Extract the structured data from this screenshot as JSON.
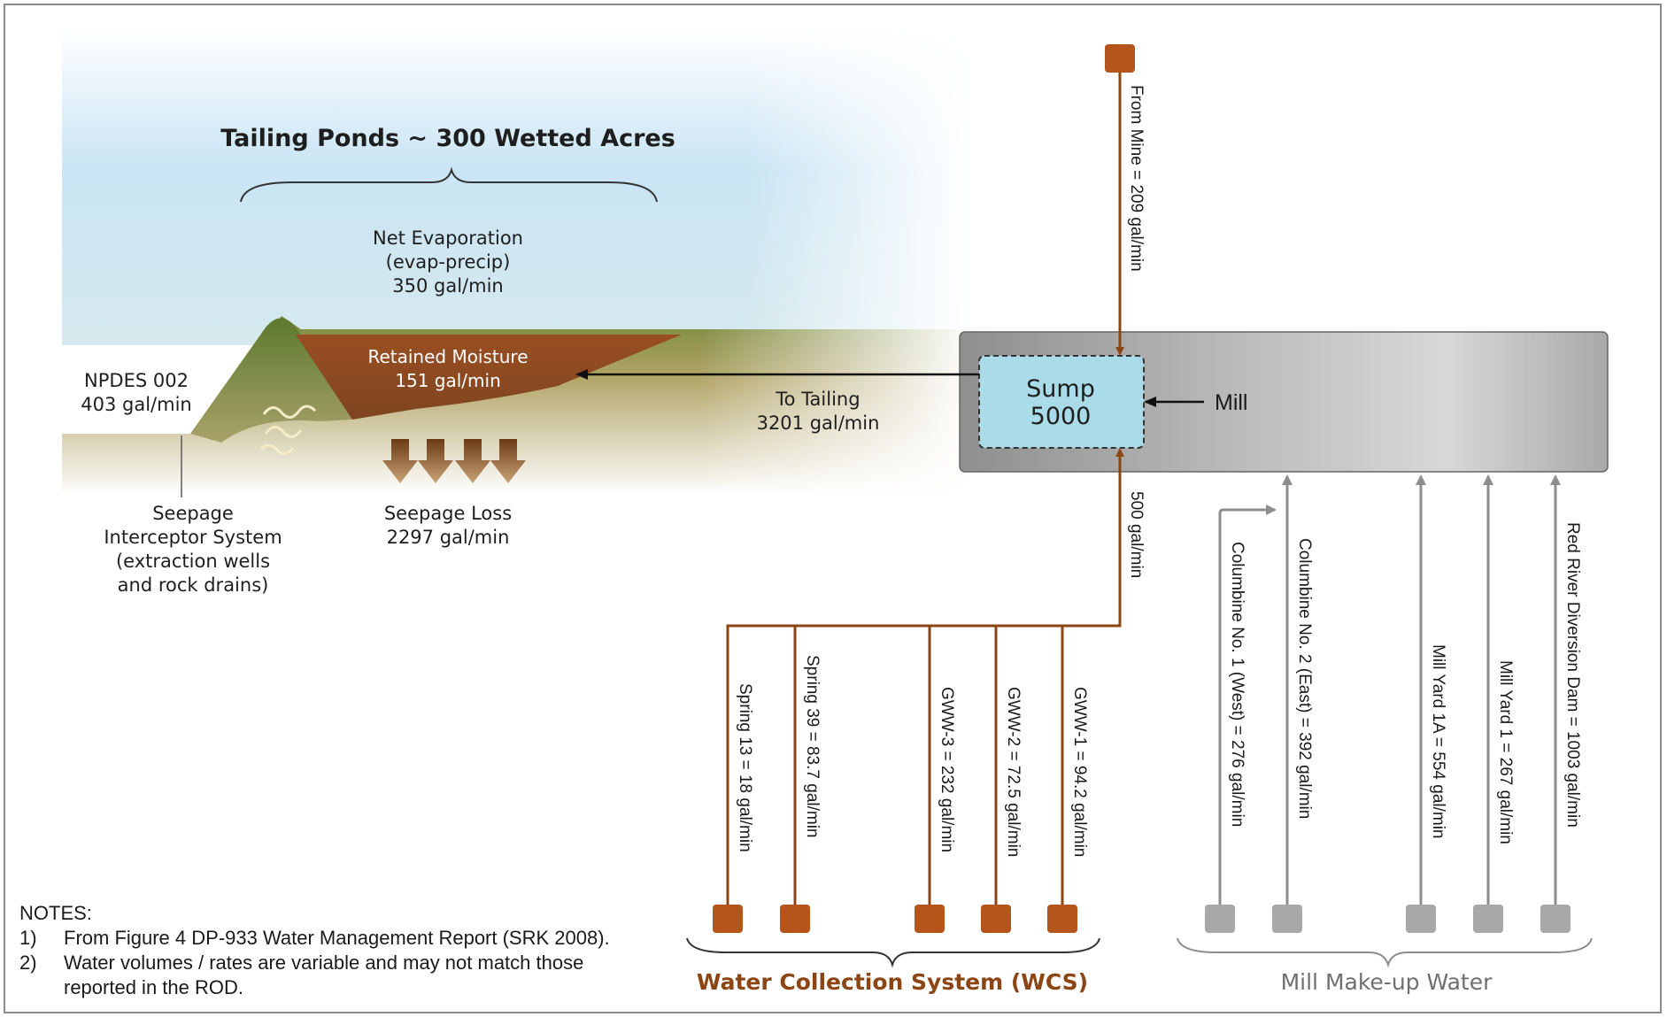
{
  "title": "Tailing Ponds ~ 300 Wetted Acres",
  "evaporation": {
    "line1": "Net Evaporation",
    "line2": "(evap-precip)",
    "line3": "350 gal/min"
  },
  "retained": {
    "line1": "Retained Moisture",
    "line2": "151 gal/min"
  },
  "npdes": {
    "line1": "NPDES 002",
    "line2": "403 gal/min"
  },
  "seepage_interceptor": {
    "line1": "Seepage",
    "line2": "Interceptor System",
    "line3": "(extraction wells",
    "line4": "and rock drains)"
  },
  "seepage_loss": {
    "line1": "Seepage Loss",
    "line2": "2297 gal/min"
  },
  "to_tailing": {
    "line1": "To Tailing",
    "line2": "3201 gal/min"
  },
  "sump": {
    "line1": "Sump",
    "line2": "5000"
  },
  "mill_label": "Mill",
  "from_mine": "From Mine = 209 gal/min",
  "wcs_flow": "500 gal/min",
  "wcs_sources": [
    "Spring 13 = 18 gal/min",
    "Spring 39 = 83.7 gal/min",
    "GWW-3 = 232 gal/min",
    "GWW-2 = 72.5 gal/min",
    "GWW-1 = 94.2 gal/min"
  ],
  "makeup_sources": [
    "Columbine No. 1 (West) = 276 gal/min",
    "Columbine No. 2 (East) = 392 gal/min",
    "Mill Yard 1A = 554 gal/min",
    "Mill Yard 1 = 267 gal/min",
    "Red River Diversion Dam = 1003 gal/min"
  ],
  "wcs_group_label": "Water Collection System (WCS)",
  "makeup_group_label": "Mill Make-up Water",
  "notes": {
    "heading": "NOTES:",
    "items": [
      {
        "num": "1)",
        "text": "From Figure 4 DP-933 Water Management Report (SRK 2008)."
      },
      {
        "num": "2)",
        "text": "Water volumes / rates are variable and may not match those reported in the ROD."
      }
    ]
  },
  "colors": {
    "brown_line": "#8c4514",
    "brown_box": "#b4551c",
    "gray_line": "#8d8d8d",
    "gray_box": "#a8a8a8",
    "sump_fill": "#a9dbe8",
    "retained_fill": "#8e4b22",
    "sky": "#bfe0f2"
  }
}
